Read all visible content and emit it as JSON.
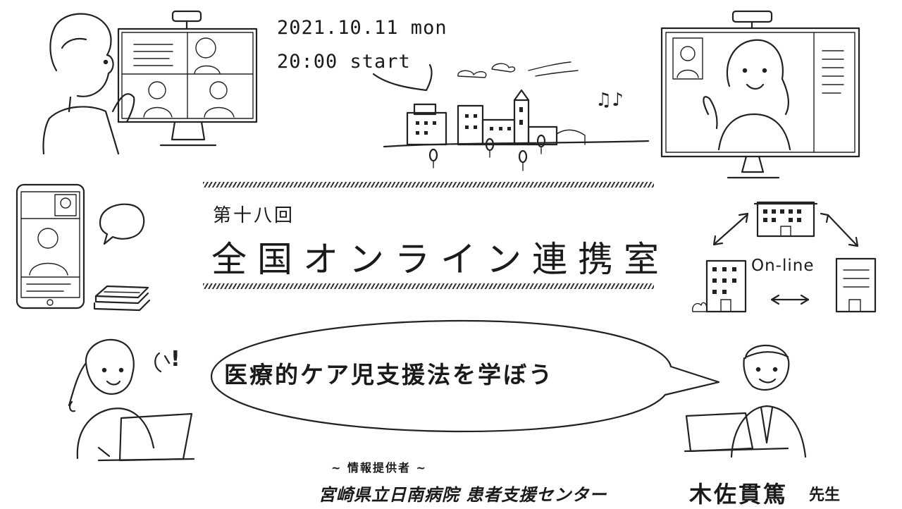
{
  "event": {
    "date": "2021.10.11 mon",
    "time": "20:00 start",
    "series_number": "第十八回",
    "series_title": "全国オンライン連携室",
    "topic": "医療的ケア児支援法を学ぼう"
  },
  "credit": {
    "label": "~ 情報提供者 ~",
    "organization": "宮崎県立日南病院 患者支援センター",
    "name": "木佐貫篤",
    "honorific": "先生"
  },
  "diagram": {
    "center_label": "On-line"
  },
  "decorations": {
    "exclamation": "!",
    "music_notes": "♫♪"
  },
  "colors": {
    "ink": "#222222",
    "background": "#ffffff"
  },
  "icons": [
    "man-at-monitor",
    "video-conference-monitor",
    "woman-video-monitor",
    "smartphone",
    "speech-bubble",
    "books",
    "town-skyline",
    "music-notes",
    "hospital-buildings",
    "sync-arrows",
    "woman-with-laptop",
    "man-with-laptop"
  ]
}
